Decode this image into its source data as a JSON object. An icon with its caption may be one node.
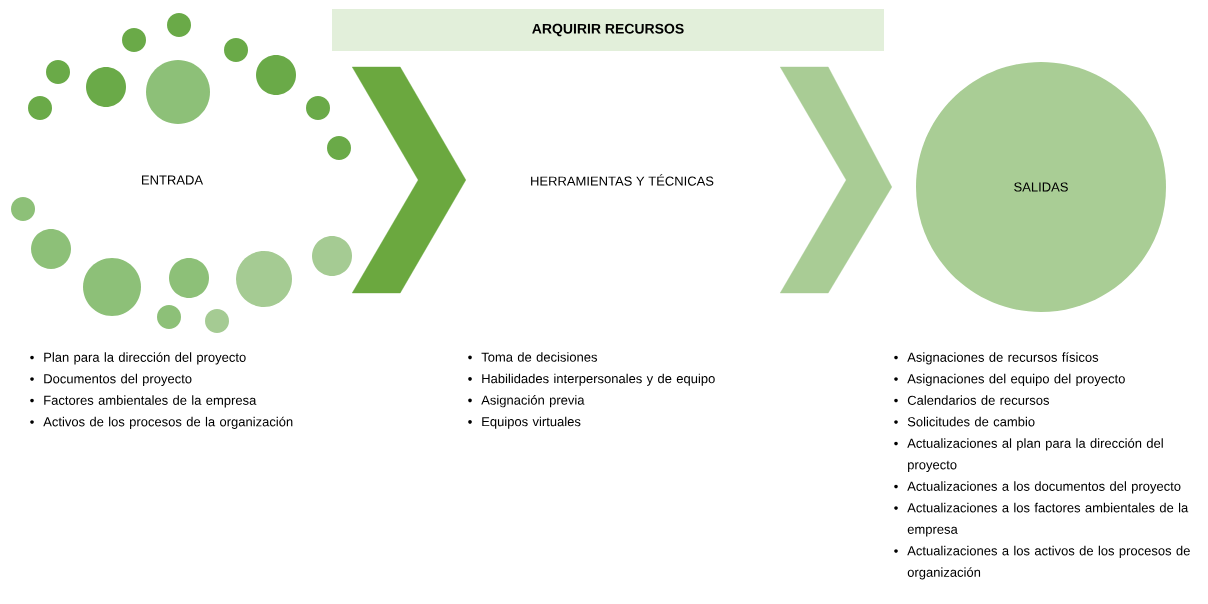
{
  "diagram": {
    "nodes": [
      {
        "text": [
          "ARQUIRIR RECURSOS"
        ]
      },
      {
        "text": [
          "ENTRADA"
        ],
        "beside": [
          "Plan para la dirección del proyecto",
          "Documentos del proyecto",
          "Factores ambientales de la empresa",
          "Activos de los procesos de la organización"
        ]
      },
      {
        "text": [
          "HERRAMIENTAS Y TÉCNICAS"
        ],
        "beside": [
          "Toma de decisiones",
          "Habilidades interpersonales y de equipo",
          "Asignación previa",
          "Equipos virtuales"
        ]
      },
      {
        "text": [
          "SALIDAS"
        ],
        "beside": [
          "Asignaciones de recursos físicos",
          "Asignaciones del equipo del proyecto",
          "Calendarios de recursos",
          "Solicitudes de cambio",
          "Actualizaciones al plan para la dirección del proyecto",
          "Actualizaciones a los documentos del proyecto",
          "Actualizaciones a los factores ambientales de la empresa",
          "Actualizaciones a los activos de los procesos de organización"
        ]
      }
    ],
    "edges": [
      {
        "from": 1,
        "to": 2,
        "arrow": "to",
        "color": "#6ba83f"
      },
      {
        "from": 2,
        "to": 3,
        "arrow": "to",
        "color": "#a9cc95"
      }
    ]
  }
}
